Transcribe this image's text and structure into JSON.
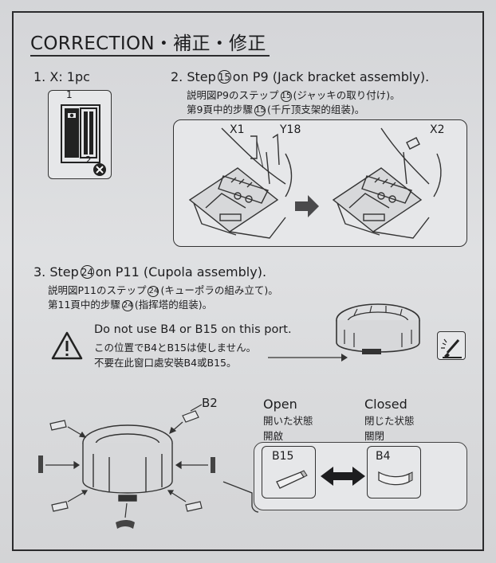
{
  "title": "CORRECTION・補正・修正",
  "step1": {
    "heading": "1. X: 1pc",
    "part_number_1": "1",
    "part_number_2": "2"
  },
  "step2": {
    "heading_pre": "2. Step",
    "step_number": "15",
    "heading_post": "on P9 (Jack bracket assembly).",
    "jp_pre": "説明図P9のステップ",
    "jp_post": "(ジャッキの取り付け)。",
    "cn_pre": "第9頁中的步驟",
    "cn_post": "(千斤顶支架的组装)。",
    "labels": {
      "x1": "X1",
      "y18": "Y18",
      "x2": "X2"
    }
  },
  "step3": {
    "heading_pre": "3. Step",
    "step_number": "24",
    "heading_post": "on P11 (Cupola assembly).",
    "jp_pre": "説明図P11のステップ",
    "jp_post": "(キューポラの組み立て)。",
    "cn_pre": "第11頁中的步驟",
    "cn_post": "(指挥塔的组装)。"
  },
  "warning": {
    "en": "Do not use B4 or B15 on this port.",
    "jp": "この位置でB4とB15は使しません。",
    "cn": "不要在此窗口處安裝B4或B15。"
  },
  "bottom": {
    "b2_label": "B2",
    "open_en": "Open",
    "open_jp": "開いた状態",
    "open_cn": "開啟",
    "closed_en": "Closed",
    "closed_jp": "閉じた状態",
    "closed_cn": "關閉",
    "b15_label": "B15",
    "b4_label": "B4"
  }
}
